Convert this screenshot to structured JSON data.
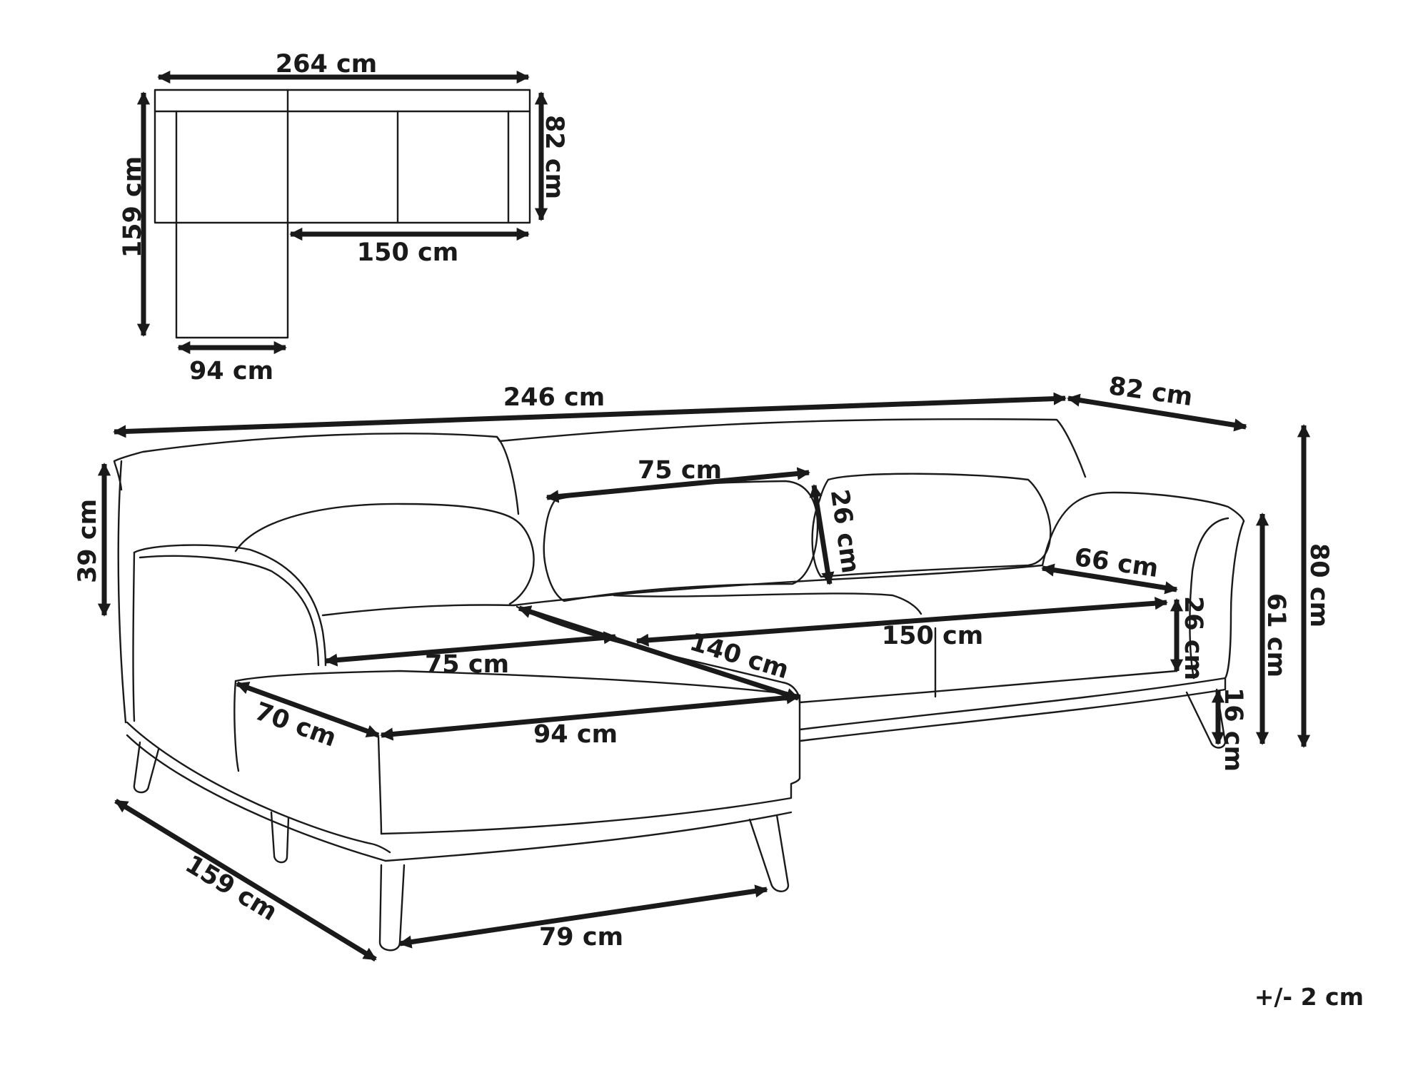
{
  "top_view": {
    "width": "264 cm",
    "depth": "159 cm",
    "seat_depth": "82 cm",
    "seat_width": "150 cm",
    "chaise_width": "94 cm"
  },
  "front_view": {
    "width": "246 cm",
    "depth": "82 cm",
    "height": "80 cm",
    "seat_height": "61 cm",
    "leg_height": "16 cm",
    "back_height": "39 cm",
    "cushion_width": "75 cm",
    "cushion_height": "26 cm",
    "armrest_depth": "66 cm",
    "armrest_height": "26 cm",
    "seat_width": "150 cm",
    "chaise_length": "140 cm",
    "chaise_seat_width": "75 cm",
    "chaise_seat_depth": "70 cm",
    "chaise_width": "94 cm",
    "chaise_depth": "159 cm",
    "chaise_bottom_width": "79 cm"
  },
  "tolerance": "+/- 2 cm"
}
